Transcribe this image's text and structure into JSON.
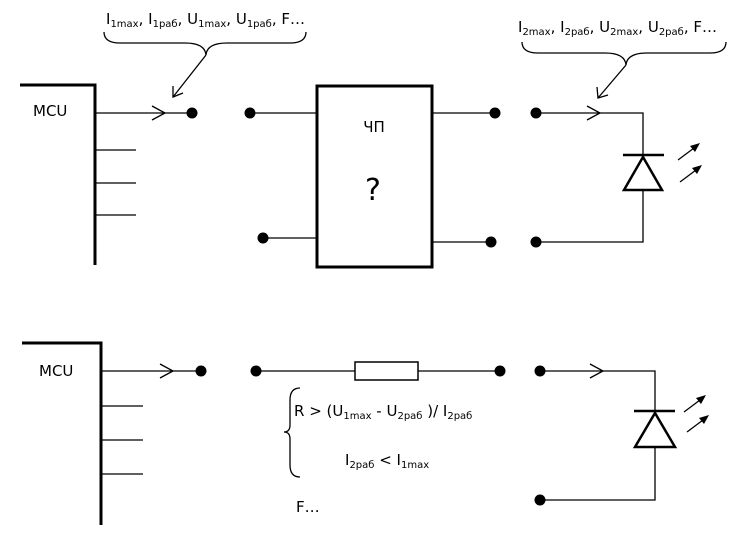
{
  "top": {
    "mcu_label": "MCU",
    "input_params": [
      {
        "base": "I",
        "sub": "1max"
      },
      {
        "base": "I",
        "sub": "1раб"
      },
      {
        "base": "U",
        "sub": "1max"
      },
      {
        "base": "U",
        "sub": "1раб"
      }
    ],
    "input_params_tail": "F…",
    "output_params": [
      {
        "base": "I",
        "sub": "2max"
      },
      {
        "base": "I",
        "sub": "2раб"
      },
      {
        "base": "U",
        "sub": "2max"
      },
      {
        "base": "U",
        "sub": "2раб"
      }
    ],
    "output_params_tail": "F…",
    "converter_label": "ЧП",
    "converter_symbol": "?"
  },
  "bottom": {
    "mcu_label": "MCU",
    "formula": {
      "prefix": "R > (U",
      "sub1": "1max",
      "mid": " - U",
      "sub2": "2раб",
      "close": " )/ I",
      "sub3": "2раб"
    },
    "condition": {
      "base1": "I",
      "sub1": "2раб",
      "op": " < I",
      "sub2": "1max"
    },
    "tail": "F…"
  }
}
